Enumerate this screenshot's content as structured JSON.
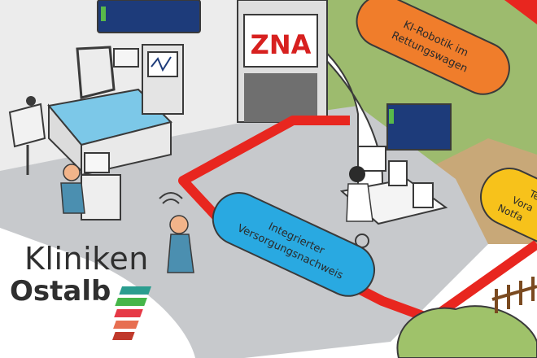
{
  "signs": {
    "zna": "ZNA"
  },
  "callouts": {
    "ki_robotik": {
      "line1": "KI-Robotik im",
      "line2": "Rettungswagen",
      "color": "#f07d2b"
    },
    "integrierter": {
      "line1": "Integrierter",
      "line2": "Versorgungsnachweis",
      "color": "#29a9e1"
    },
    "partial_yellow": {
      "line1": "Te",
      "line2": "Vora",
      "line3": "Notfa",
      "color": "#f7c21b"
    }
  },
  "logo": {
    "line1": "Kliniken",
    "line2": "Ostalb"
  },
  "colors": {
    "route": "#e8261f",
    "floor": "#c9c9c9",
    "grass": "#9dbb6e",
    "wall": "#e6e6e6",
    "monitor": "#1d3b7a"
  }
}
